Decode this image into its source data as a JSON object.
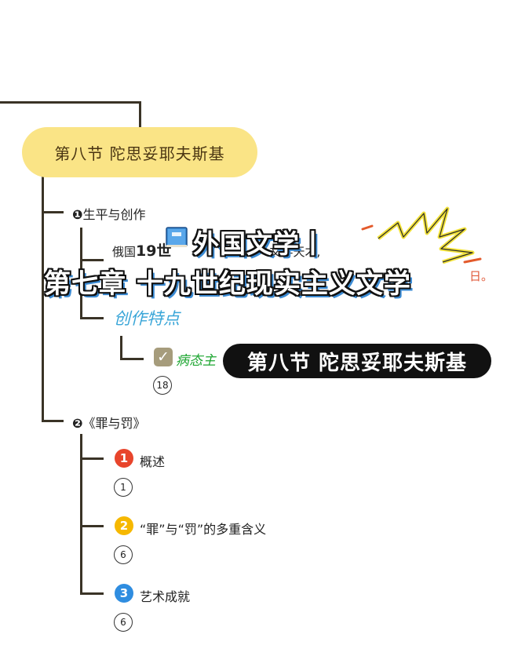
{
  "mindmap": {
    "title": "第八节 陀思妥耶夫斯基",
    "branches": [
      {
        "marker": "❶",
        "label": "生平与创作",
        "intro_prefix": "俄国",
        "intro_bold": "19世",
        "intro_suffix": "文学天才,",
        "intro_line2_tail": "日。",
        "sub_label": "创作特点",
        "leaf_label": "病态主",
        "leaf_count": "18"
      },
      {
        "marker": "❷",
        "label": "《罪与罚》",
        "items": [
          {
            "badge": "1",
            "label": "概述",
            "count": "1",
            "color": "#e8452c"
          },
          {
            "badge": "2",
            "label": "“罪”与“罚”的多重含义",
            "count": "6",
            "color": "#f6b800"
          },
          {
            "badge": "3",
            "label": "艺术成就",
            "count": "6",
            "color": "#2f8de0"
          }
        ]
      }
    ]
  },
  "overlay": {
    "line1": "外国文学丨",
    "line2": "第七章 十九世纪现实主义文学",
    "pill": "第八节 陀思妥耶夫斯基",
    "book_icon": "blue-book-icon"
  }
}
